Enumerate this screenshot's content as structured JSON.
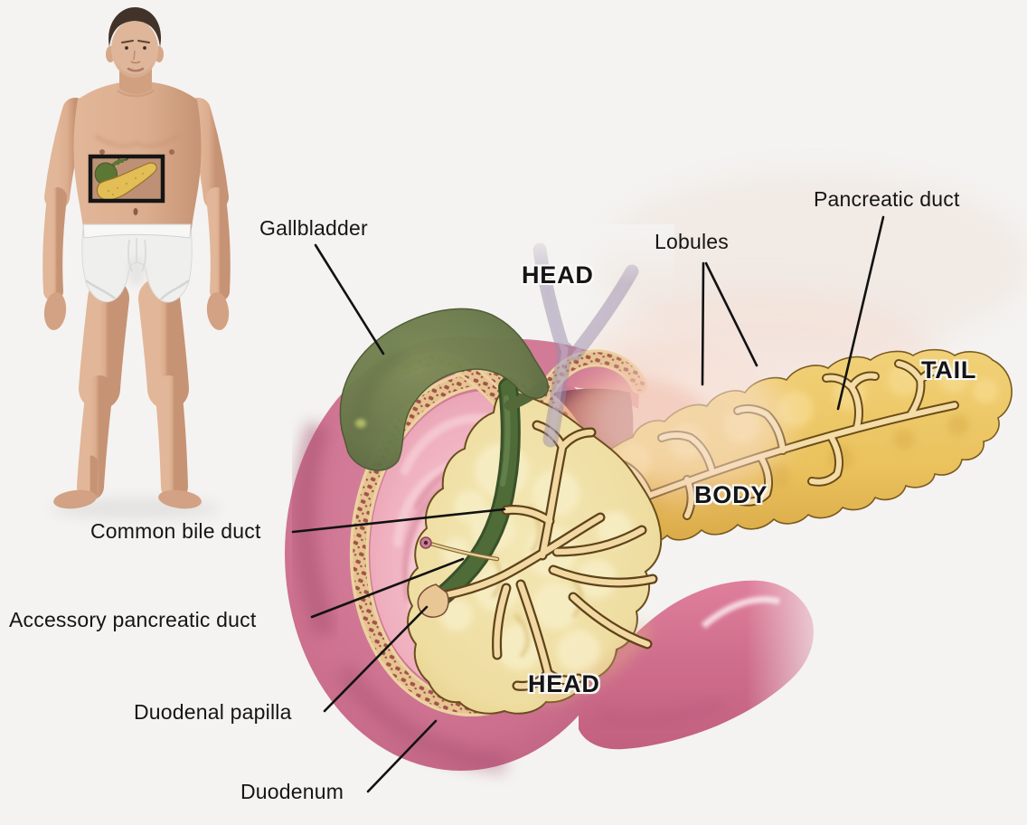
{
  "diagram": {
    "subject": "pancreas-and-biliary-anatomy",
    "background_color": "#f4f3f1",
    "labels": {
      "gallbladder": "Gallbladder",
      "pancreatic_duct": "Pancreatic duct",
      "lobules": "Lobules",
      "head_top": "HEAD",
      "tail": "TAIL",
      "body": "BODY",
      "head_bottom": "HEAD",
      "common_bile_duct": "Common bile duct",
      "accessory_pancreatic_duct": "Accessory pancreatic duct",
      "duodenal_papilla": "Duodenal papilla",
      "duodenum": "Duodenum"
    },
    "colors": {
      "label_text": "#151515",
      "leader_line": "#121212",
      "pancreas_body_yellow": "#edc766",
      "pancreas_head_yellow": "#efdfa4",
      "duct_tan": "#f3dba6",
      "gallbladder_green": "#6d7c4c",
      "bile_duct_green": "#4e6b38",
      "duodenum_rose": "#cb6d8c",
      "mucosa_pink": "#f0b0bf",
      "cut_edge_tan": "#e8c48e",
      "cut_edge_speckle": "#9e4f43",
      "hepatic_duct_lavender": "#9a8da9",
      "skin_tone": "#d9ad91",
      "briefs_white": "#efefed"
    }
  }
}
